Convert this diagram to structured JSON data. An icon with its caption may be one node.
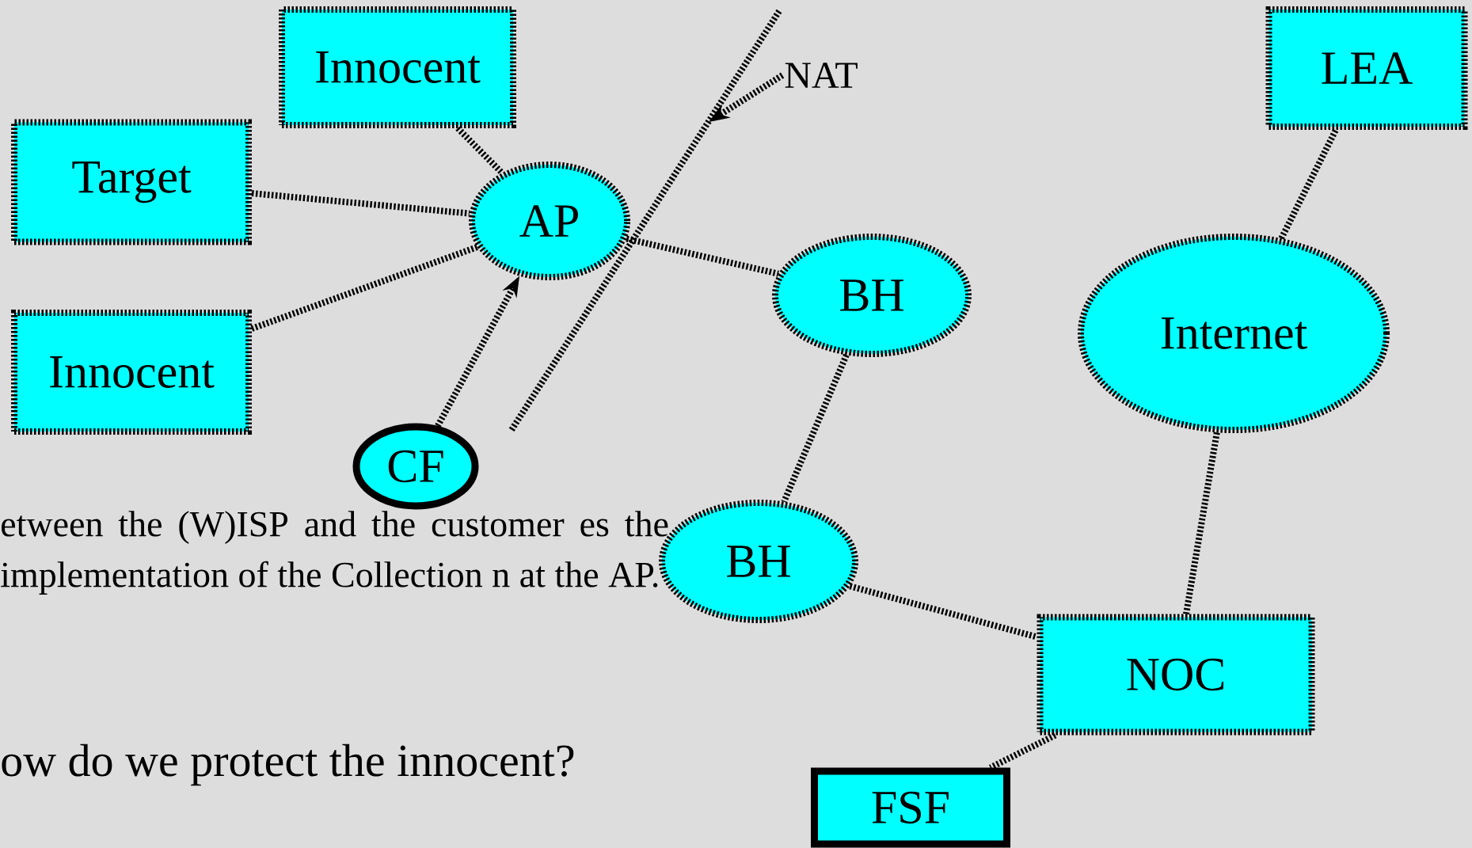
{
  "diagram": {
    "nodes": [
      {
        "text": [
          "Innocent"
        ]
      },
      {
        "text": [
          "Target"
        ]
      },
      {
        "text": [
          "AP"
        ]
      },
      {
        "text": [
          "NAT"
        ]
      },
      {
        "text": [
          "Innocent"
        ]
      },
      {
        "text": [
          "CF"
        ]
      },
      {
        "text": [
          "BH"
        ]
      },
      {
        "text": [
          "LEA"
        ]
      },
      {
        "text": [
          "Internet"
        ]
      },
      {
        "text": [
          "BH"
        ]
      },
      {
        "text": [
          "NOC"
        ]
      },
      {
        "text": [
          "FSF"
        ]
      }
    ],
    "edges": [
      {
        "from": 0,
        "to": 2,
        "arrow": "none"
      },
      {
        "from": 1,
        "to": 2,
        "arrow": "none"
      },
      {
        "from": 4,
        "to": 2,
        "arrow": "none"
      },
      {
        "from": 5,
        "to": 2,
        "arrow": "to"
      },
      {
        "from": 3,
        "to": null,
        "arrow": "to"
      },
      {
        "from": 2,
        "to": 6,
        "arrow": "none"
      },
      {
        "from": 6,
        "to": 9,
        "arrow": "none"
      },
      {
        "from": 9,
        "to": 10,
        "arrow": "none"
      },
      {
        "from": 10,
        "to": 8,
        "arrow": "none"
      },
      {
        "from": 8,
        "to": 7,
        "arrow": "none"
      },
      {
        "from": 10,
        "to": 11,
        "arrow": "none"
      }
    ],
    "labels": [
      "etween the (W)ISP and the customer es the implementation of the Collection n at the AP.",
      "ow do we protect the innocent?"
    ]
  }
}
